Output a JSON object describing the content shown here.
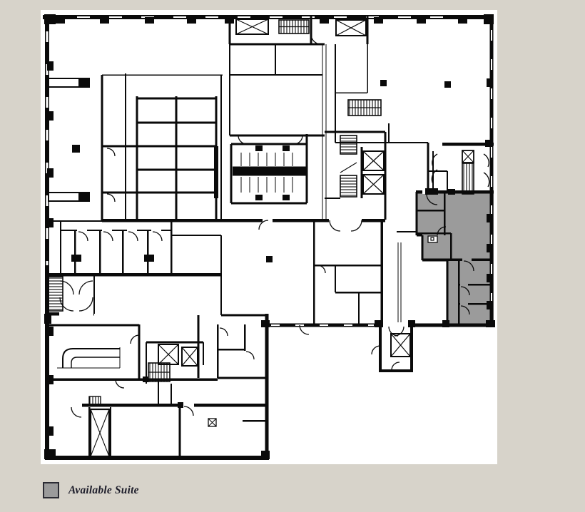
{
  "canvas": {
    "background_color": "#d7d3ca",
    "sheet_color": "#ffffff"
  },
  "plan": {
    "wall_color": "#0a0a0a",
    "suite_fill_color": "#9b9b9b",
    "window_gap_color": "#ffffff",
    "icons": {
      "x_box": "elevator-shaft",
      "hatched_rect": "stair-run",
      "quarter_arc": "door-swing",
      "crossed_small_box": "service-fixture"
    }
  },
  "legend": {
    "label": "Available Suite",
    "swatch_color": "#9b9b9b",
    "swatch_border_color": "#2c2c34",
    "text_color": "#1d1d2a"
  }
}
